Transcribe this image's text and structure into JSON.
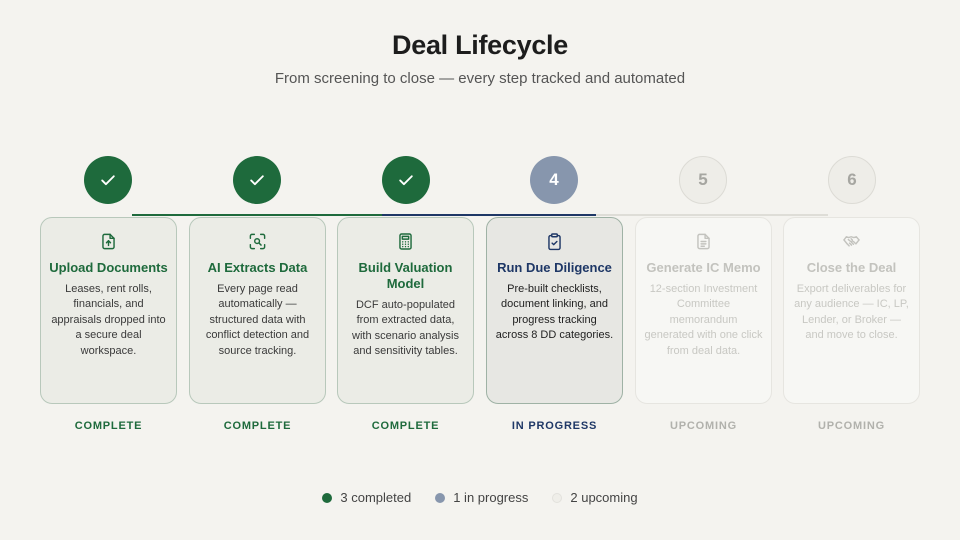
{
  "header": {
    "title": "Deal Lifecycle",
    "subtitle": "From screening to close — every step tracked and automated"
  },
  "colors": {
    "complete": "#1e6a3c",
    "in_progress": "#1e3766",
    "in_progress_marker": "#8796ad",
    "upcoming": "#b1b1ac",
    "background": "#f4f3ef"
  },
  "steps": [
    {
      "number": "1",
      "state": "complete",
      "icon": "upload-document-icon",
      "title": "Upload Documents",
      "description": "Leases, rent rolls, financials, and appraisals dropped into a secure deal workspace.",
      "status": "COMPLETE"
    },
    {
      "number": "2",
      "state": "complete",
      "icon": "scan-search-icon",
      "title": "AI Extracts Data",
      "description": "Every page read automatically — structured data with conflict detection and source tracking.",
      "status": "COMPLETE"
    },
    {
      "number": "3",
      "state": "complete",
      "icon": "calculator-icon",
      "title": "Build Valuation Model",
      "description": "DCF auto-populated from extracted data, with scenario analysis and sensitivity tables.",
      "status": "COMPLETE"
    },
    {
      "number": "4",
      "state": "in-progress",
      "icon": "clipboard-check-icon",
      "title": "Run Due Diligence",
      "description": "Pre-built checklists, document linking, and progress tracking across 8 DD categories.",
      "status": "IN PROGRESS"
    },
    {
      "number": "5",
      "state": "upcoming",
      "icon": "document-text-icon",
      "title": "Generate IC Memo",
      "description": "12-section Investment Committee memorandum generated with one click from deal data.",
      "status": "UPCOMING"
    },
    {
      "number": "6",
      "state": "upcoming",
      "icon": "handshake-icon",
      "title": "Close the Deal",
      "description": "Export deliverables for any audience — IC, LP, Lender, or Broker — and move to close.",
      "status": "UPCOMING"
    }
  ],
  "legend": [
    {
      "label": "3 completed",
      "color": "#1e6a3c"
    },
    {
      "label": "1 in progress",
      "color": "#8796ad"
    },
    {
      "label": "2 upcoming",
      "color": "#efeee9"
    }
  ]
}
